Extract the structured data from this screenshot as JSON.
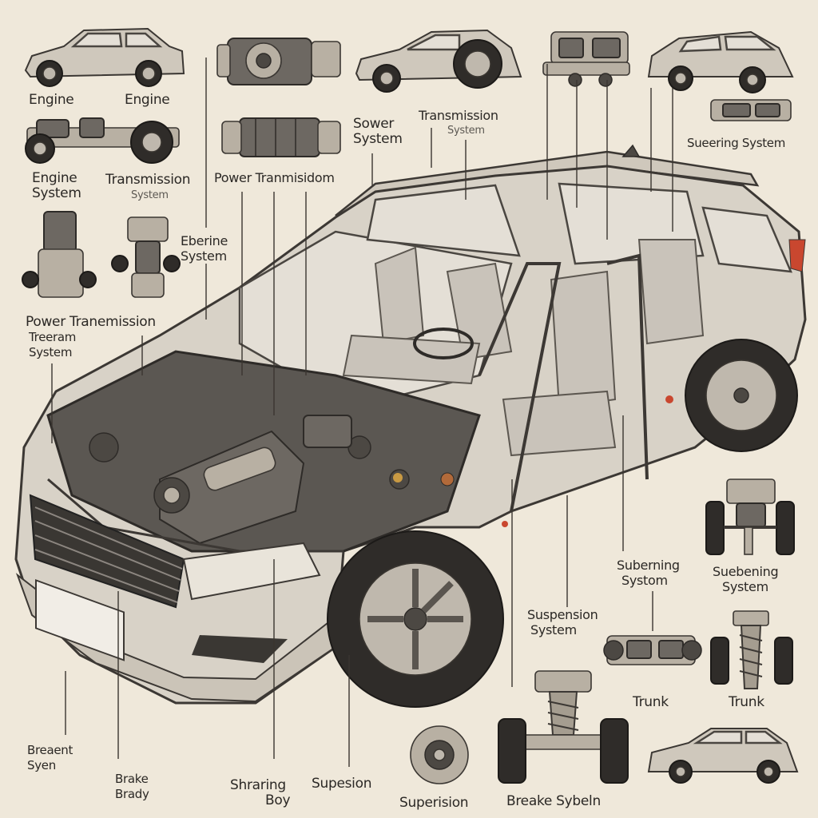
{
  "labels": {
    "engine_1": "Engine",
    "engine_2": "Engine",
    "engine_system": [
      "Engine",
      "System"
    ],
    "transmission_system_left": [
      "Transmission",
      "System"
    ],
    "power_transmission_top": "Power Tranmisidom",
    "sower_system": [
      "Sower",
      "System"
    ],
    "transmission_system_top": [
      "Transmission",
      "System"
    ],
    "sueering_system": "Sueering System",
    "eberine_system": [
      "Eberine",
      "System"
    ],
    "power_transmission_left": [
      "Power Tranemission",
      "Treeram",
      "System"
    ],
    "suberning_system": [
      "Suberning",
      "Systom"
    ],
    "subening_system": [
      "Suebening",
      "System"
    ],
    "suspension_system": [
      "Suspension",
      "System"
    ],
    "trunk_1": "Trunk",
    "trunk_2": "Trunk",
    "brake_system_left": [
      "Breaent",
      "Syen"
    ],
    "brake_body": [
      "Brake",
      "Brady"
    ],
    "shraring_boy": [
      "Shraring",
      "Boy"
    ],
    "supesion": "Supesion",
    "superision": "Superision",
    "breake_system": "Breake Sybeln"
  },
  "colors": {
    "paper": "#efe8da",
    "ink": "#2b2825",
    "body_paint": "#d8d2c7",
    "engine": "#6d6862",
    "tire": "#2f2c29",
    "accent_light": "#c9472f"
  },
  "icons": [
    "car-thumbnail-icon",
    "chassis-icon",
    "gearbox-icon",
    "drivetrain-icon",
    "suspension-strut-icon",
    "brake-disc-icon",
    "wheel-icon"
  ]
}
